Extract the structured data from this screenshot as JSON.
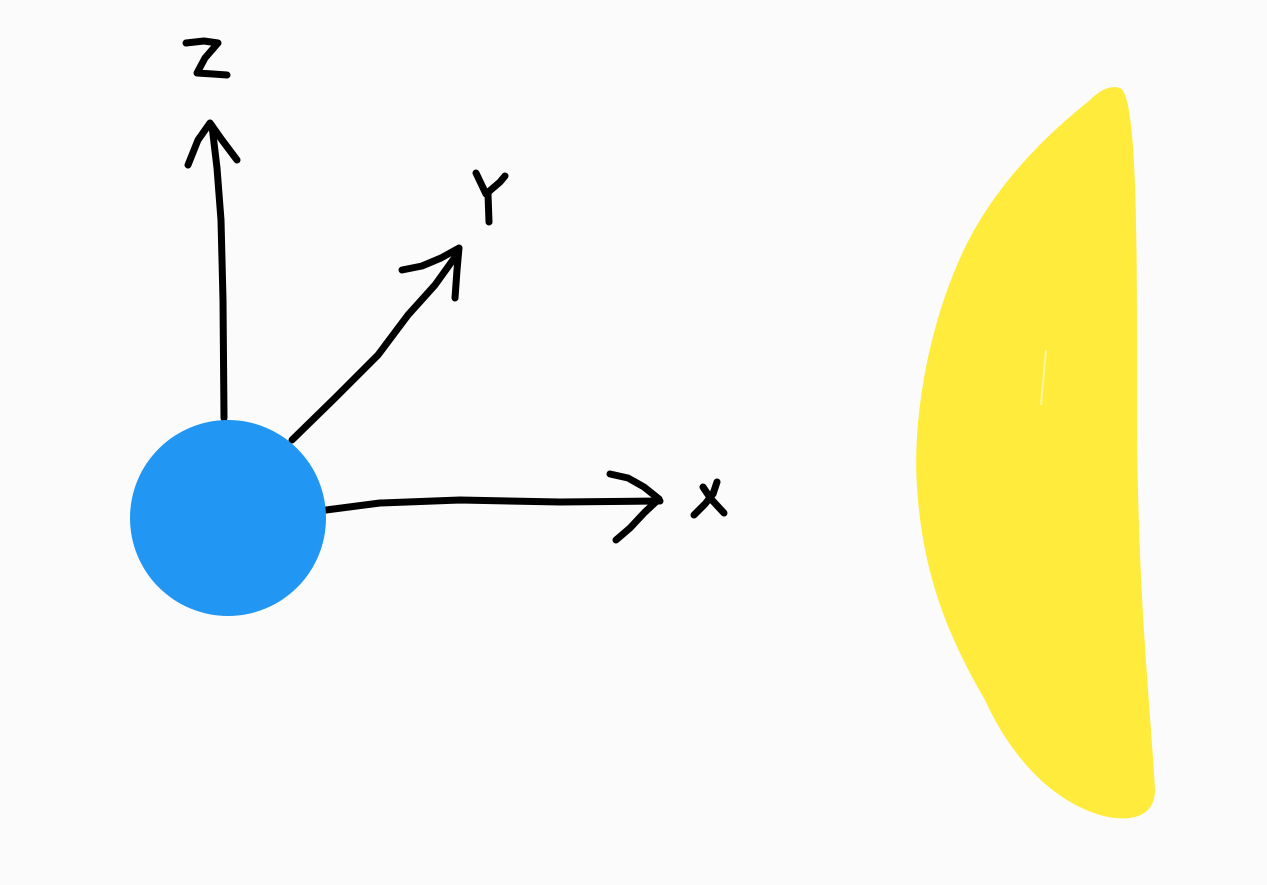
{
  "axes": {
    "z_label": "Z",
    "y_label": "Y",
    "x_label": "X"
  },
  "colors": {
    "background": "#fbfbfb",
    "ink": "#000000",
    "sphere": "#2196f3",
    "surface": "#ffeb3b"
  }
}
